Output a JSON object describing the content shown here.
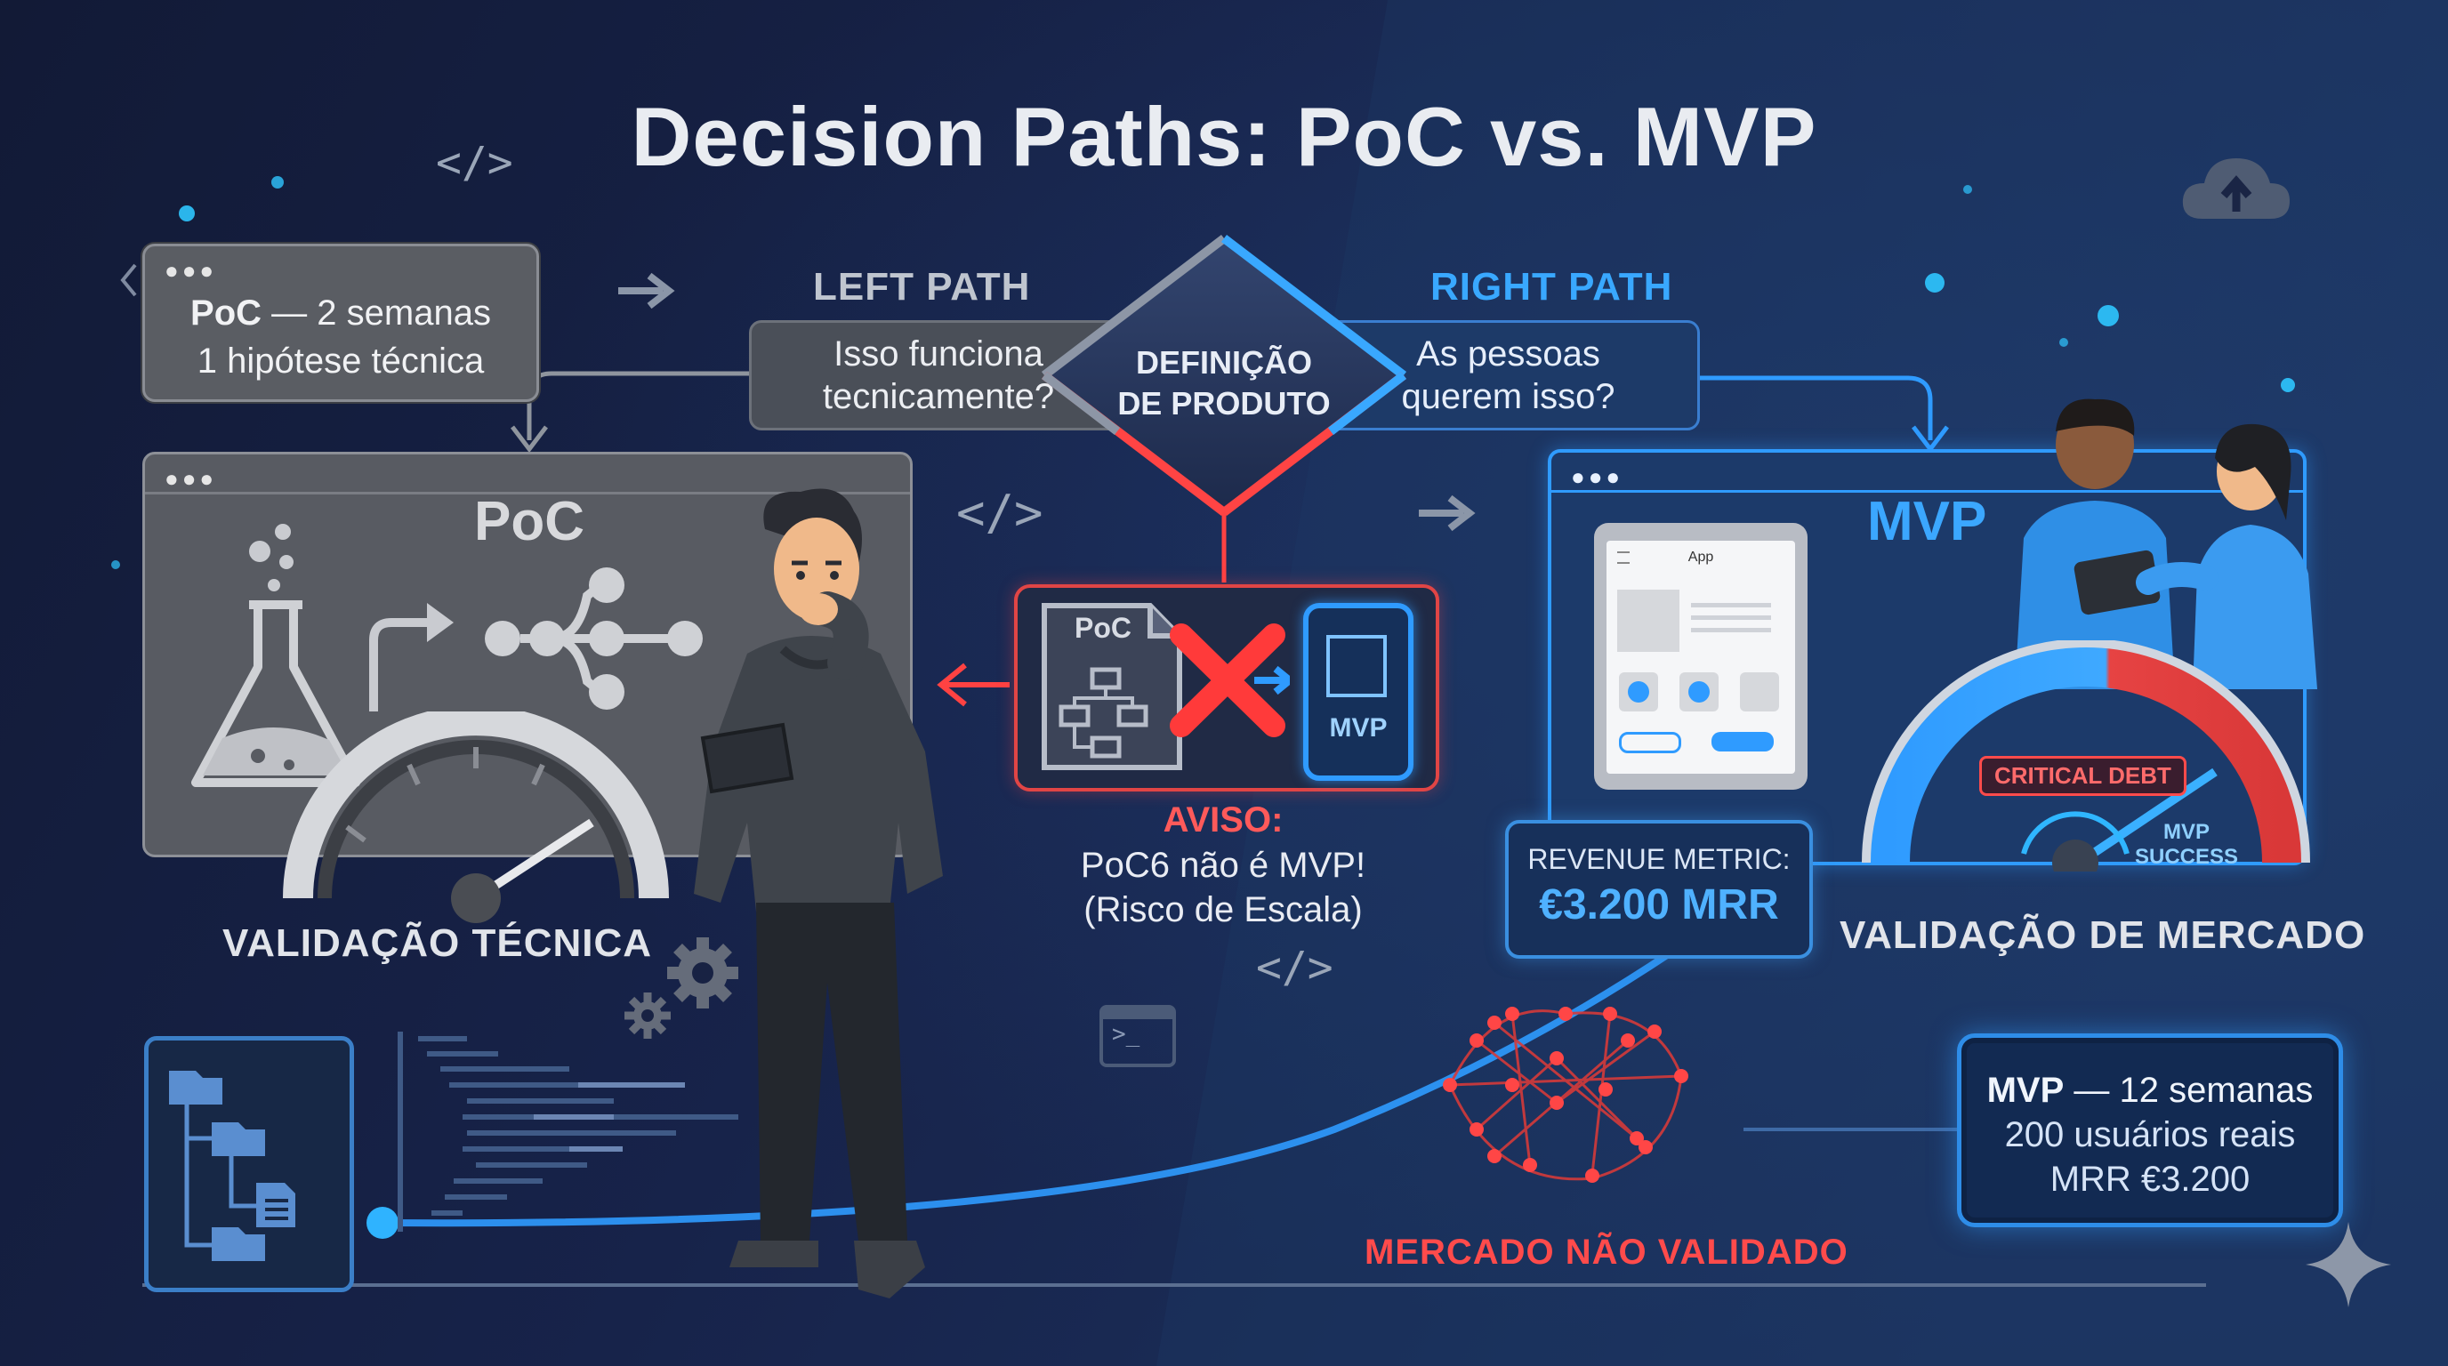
{
  "title": "Decision Paths: PoC vs. MVP",
  "center": {
    "diamond_line1": "DEFINIÇÃO",
    "diamond_line2": "DE PRODUTO"
  },
  "left_path": {
    "label": "LEFT PATH",
    "question_line1": "Isso funciona",
    "question_line2": "tecnicamente?",
    "chip_bold": "PoC",
    "chip_rest": " — 2 semanas",
    "chip_line2": "1 hipótese técnica",
    "window_title": "PoC",
    "validation_label": "VALIDAÇÃO TÉCNICA"
  },
  "right_path": {
    "label": "RIGHT PATH",
    "question_line1": "As pessoas",
    "question_line2": "querem isso?",
    "window_title": "MVP",
    "tablet_app_label": "App",
    "gauge_debt_label": "CRITICAL DEBT",
    "gauge_success_line1": "MVP",
    "gauge_success_line2": "SUCCESS",
    "metric_label": "REVENUE METRIC:",
    "metric_value": "€3.200 MRR",
    "validation_label": "VALIDAÇÃO DE MERCADO"
  },
  "warning": {
    "card_poc": "PoC",
    "card_mvp": "MVP",
    "title": "AVISO:",
    "line1": "PoC6 não é MVP!",
    "line2": "(Risco de Escala)"
  },
  "market": {
    "label": "MERCADO NÃO VALIDADO"
  },
  "summary": {
    "bold": "MVP",
    "rest": " — 12 semanas",
    "line2": "200 usuários reais",
    "line3": "MRR €3.200"
  },
  "code_glyph": "</>",
  "terminal_glyph": ">_",
  "colors": {
    "bg_left": "#141d3a",
    "bg_right": "#1b2f57",
    "accent_blue": "#2f9bff",
    "accent_red": "#ff4242",
    "gray_panel": "#5a5d63"
  },
  "icons": [
    "cloud-upload-icon",
    "flask-icon",
    "branch-icon",
    "gear-icon",
    "folder-tree-icon",
    "terminal-icon",
    "sparkle-icon",
    "x-mark-icon",
    "tablet-icon",
    "gauge-icon"
  ]
}
